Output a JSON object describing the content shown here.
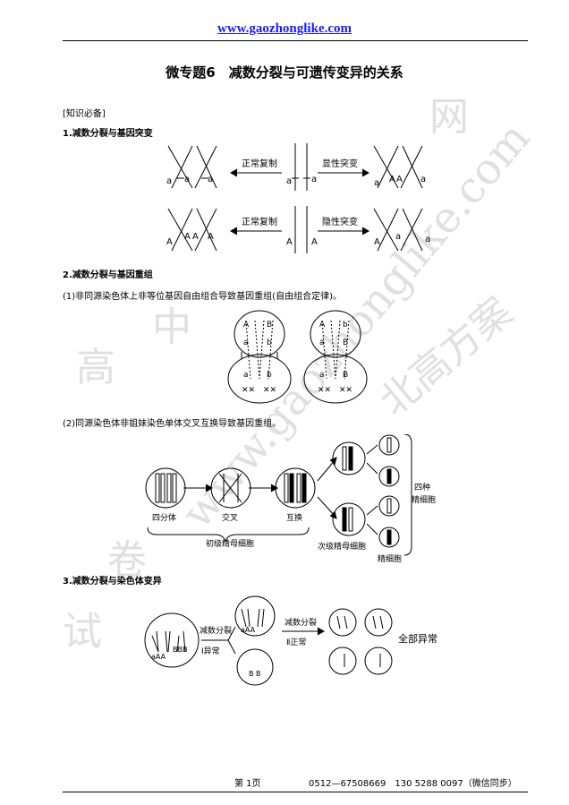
{
  "header": {
    "url": "www.gaozhonglike.com"
  },
  "title": "微专题6　减数分裂与可遗传变异的关系",
  "knowledge_tag": "[知识必备]",
  "sections": {
    "s1": {
      "heading": "1.减数分裂与基因突变",
      "normal_copy": "正常复制",
      "dominant_mut": "显性突变",
      "recessive_mut": "隐性突变",
      "a": "a",
      "A": "A"
    },
    "s2": {
      "heading": "2.减数分裂与基因重组",
      "sub1": "(1)非同源染色体上非等位基因自由组合导致基因重组(自由组合定律)。",
      "sub2": "(2)同源染色体非姐妹染色单体交叉互换导致基因重组。",
      "stage_tetrad": "四分体",
      "stage_cross": "交叉",
      "stage_swap": "互换",
      "primary": "初级精母细胞",
      "secondary": "次级精母细胞",
      "sperm": "精细胞",
      "four_kinds": "四种",
      "sperm_cells": "精细胞",
      "B": "B",
      "b": "b"
    },
    "s3": {
      "heading": "3.减数分裂与染色体变异",
      "meiosis": "减数分裂",
      "abn1": "Ⅰ异常",
      "norm2": "Ⅱ正常",
      "all_abnormal": "全部异常"
    }
  },
  "watermark": {
    "w1": "高",
    "w2": "中",
    "w3": "试",
    "w4": "卷",
    "w5": "网",
    "w6": "www.gaozhonglike.com",
    "w7": "北高方案"
  },
  "footer": {
    "page": "第 1页",
    "contact": "0512—67508669　130 5288 0097（微信同步）"
  }
}
